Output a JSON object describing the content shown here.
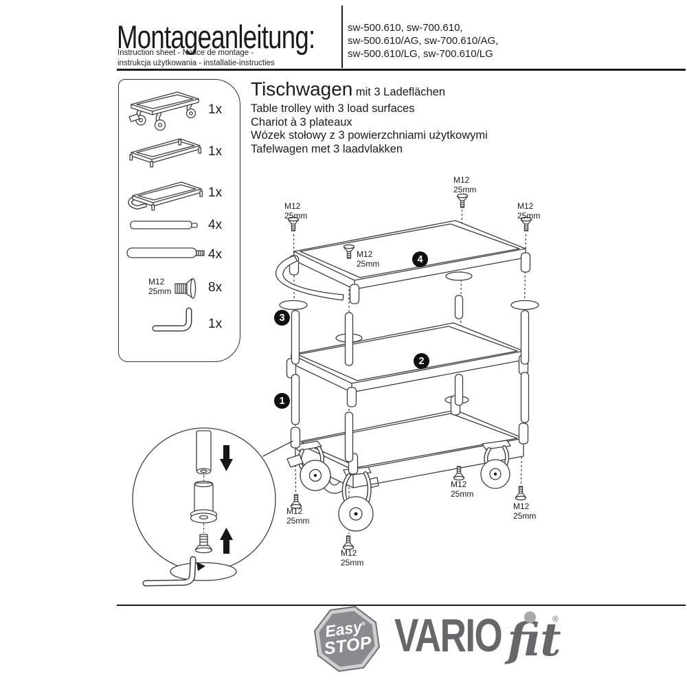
{
  "header": {
    "title": "Montageanleitung:",
    "subtitle_line1": "Instruction sheet - Notice de montage -",
    "subtitle_line2": "instrukcja użytkowania - installatie-instructies",
    "model_lines": [
      "sw-500.610, sw-700.610,",
      "sw-500.610/AG, sw-700.610/AG,",
      "sw-500.610/LG, sw-700.610/LG"
    ]
  },
  "product": {
    "title": "Tischwagen",
    "title_suffix": "mit 3 Ladeflächen",
    "translations": [
      "Table trolley with 3 load surfaces",
      "Chariot à 3 plateaux",
      "Wózek stołowy z 3 powierzchniami użytkowymi",
      "Tafelwagen met 3 laadvlakken"
    ]
  },
  "parts": {
    "items": [
      {
        "name": "base-with-casters",
        "qty": "1x"
      },
      {
        "name": "shelf-tray",
        "qty": "1x"
      },
      {
        "name": "shelf-tray-with-handle",
        "qty": "1x"
      },
      {
        "name": "tube-plain",
        "qty": "4x"
      },
      {
        "name": "tube-threaded",
        "qty": "4x"
      },
      {
        "name": "countersunk-screw",
        "qty": "8x",
        "label_line1": "M12",
        "label_line2": "25mm"
      },
      {
        "name": "allen-key",
        "qty": "1x"
      }
    ]
  },
  "diagram": {
    "screw_label_line1": "M12",
    "screw_label_line2": "25mm",
    "steps": [
      "1",
      "2",
      "3",
      "4"
    ]
  },
  "footer": {
    "easystop": {
      "line1": "Easy",
      "line2": "STOP",
      "reg": "®"
    },
    "brand": {
      "part1": "VARIO",
      "part2": "fit",
      "reg": "®"
    },
    "colors": {
      "brand_gray": "#67676a",
      "dot_gray": "#a8a8a9",
      "octagon_face": "#8b8b8d",
      "octagon_ring": "#cfcfd0"
    }
  }
}
